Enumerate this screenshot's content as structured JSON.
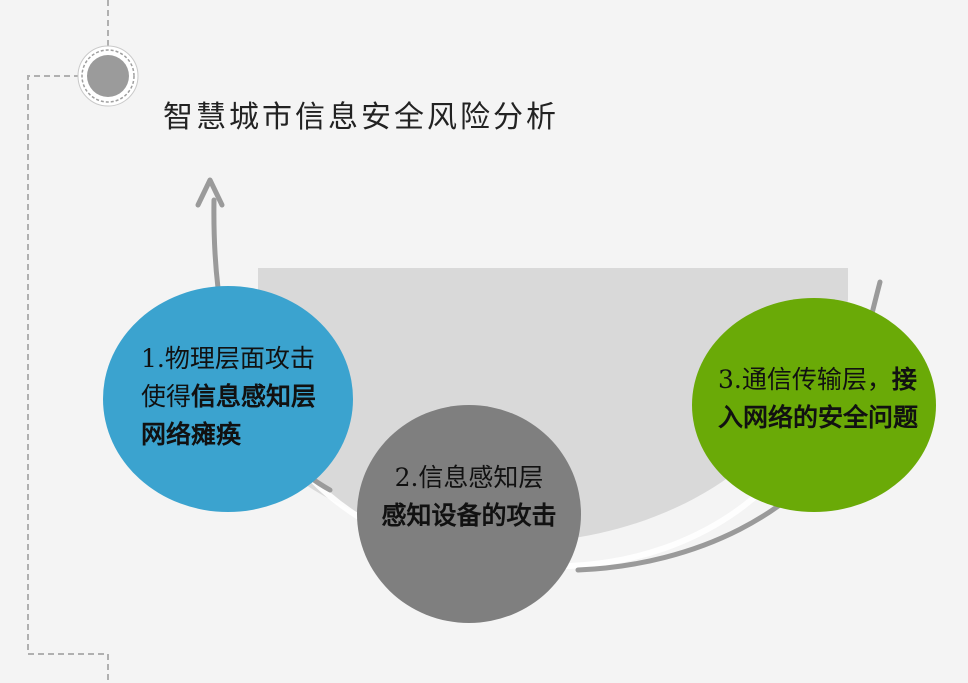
{
  "title": "智慧城市信息安全风险分析",
  "items": [
    {
      "number": "1.",
      "plain": "物理层面攻击使得",
      "bold": "信息感知层网络瘫痪",
      "color": "#3ba3cf"
    },
    {
      "number": "2.",
      "plain": "信息感知层",
      "bold": "感知设备的攻击",
      "color": "#7f7f7f"
    },
    {
      "number": "3.",
      "plain": "通信传输层，",
      "bold": "接入网络的安全问题",
      "color": "#6aaa07"
    }
  ],
  "colors": {
    "arc": "#9a9a9a",
    "bowl": "#d9d9d9",
    "dashed": "#b0b0b0",
    "node_ring": "#9f9f9f"
  }
}
